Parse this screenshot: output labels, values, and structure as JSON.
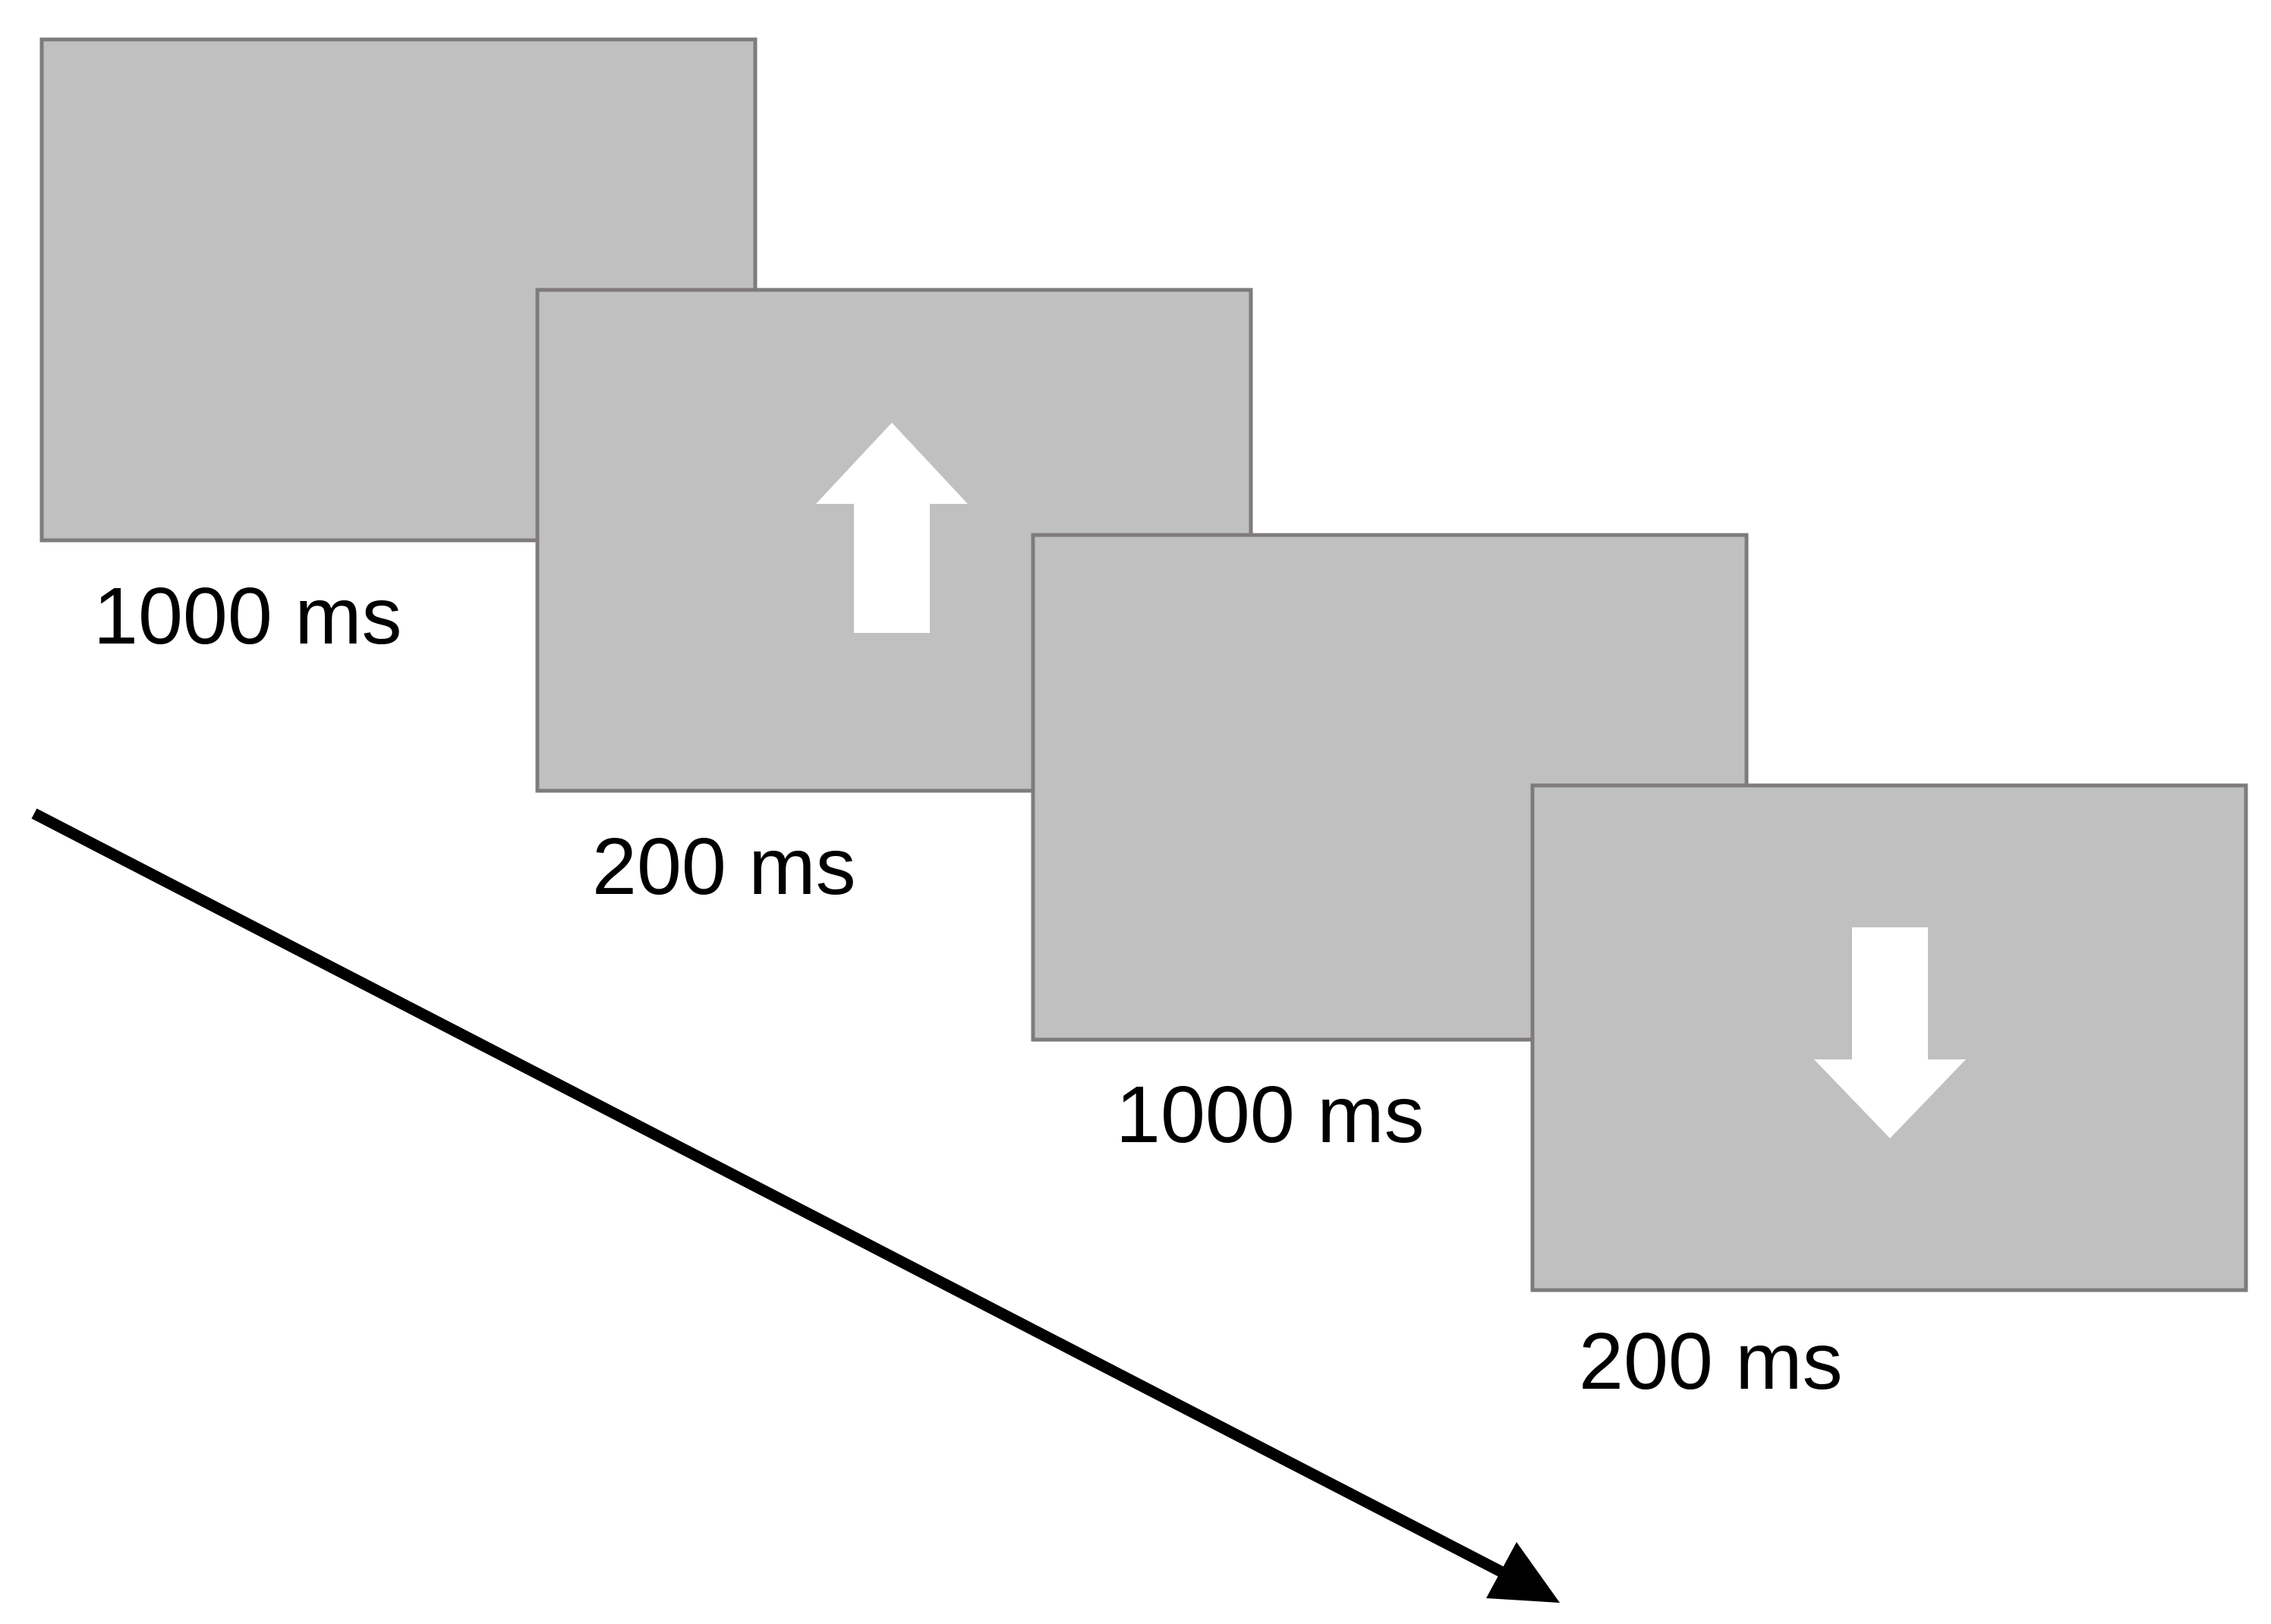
{
  "colors": {
    "screen_fill": "#c0c0c0",
    "screen_border": "#7f7b7c",
    "arrow_fill": "#ffffff",
    "timeline": "#000000",
    "background": "#ffffff"
  },
  "frames": [
    {
      "duration": "1000 ms",
      "stimulus": "none"
    },
    {
      "duration": "200 ms",
      "stimulus": "arrow-up-icon"
    },
    {
      "duration": "1000 ms",
      "stimulus": "none"
    },
    {
      "duration": "200 ms",
      "stimulus": "arrow-down-icon"
    }
  ],
  "timeline": {
    "icon": "time-arrow-icon"
  }
}
